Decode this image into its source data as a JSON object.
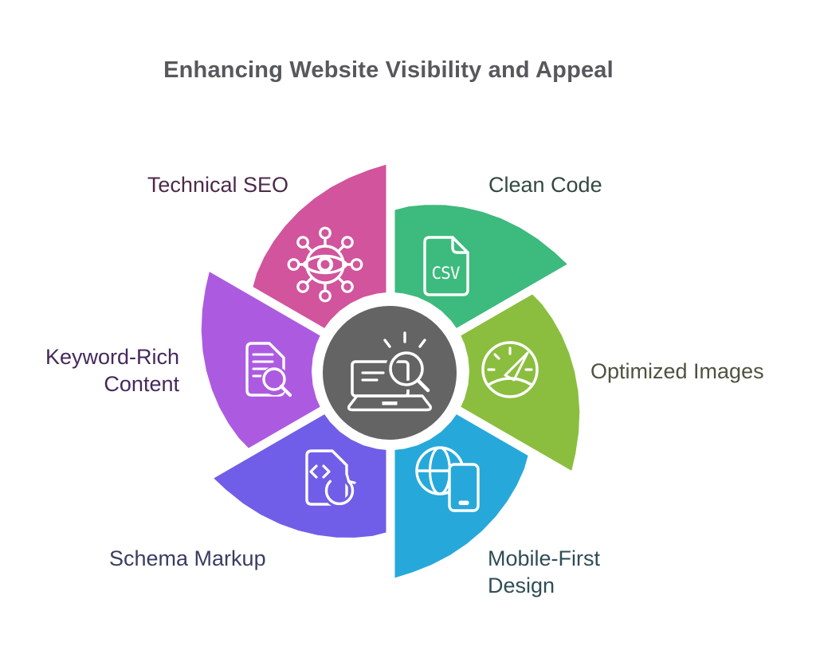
{
  "title": {
    "text": "Enhancing Website Visibility and Appeal",
    "color": "#56585B"
  },
  "center": {
    "icon": "laptop-search-icon",
    "color": "#646464"
  },
  "segments": [
    {
      "id": "technical-seo",
      "label": "Technical SEO",
      "color": "#D1549C",
      "label_color": "#4C2A49",
      "icon": "eye-network-icon"
    },
    {
      "id": "clean-code",
      "label": "Clean Code",
      "color": "#3DBA7D",
      "label_color": "#33493F",
      "icon": "csv-file-icon"
    },
    {
      "id": "optimized-images",
      "label": "Optimized Images",
      "color": "#8BBE3E",
      "label_color": "#4D533F",
      "icon": "speedometer-icon"
    },
    {
      "id": "mobile-first-design",
      "label": "Mobile-First Design",
      "color": "#27A8DB",
      "label_color": "#2F4D57",
      "icon": "globe-phone-icon"
    },
    {
      "id": "schema-markup",
      "label": "Schema Markup",
      "color": "#705EE8",
      "label_color": "#3B3C62",
      "icon": "code-file-refresh-icon"
    },
    {
      "id": "keyword-rich-content",
      "label": "Keyword-Rich Content",
      "color": "#AC5BE1",
      "label_color": "#45295B",
      "icon": "document-search-icon"
    }
  ]
}
